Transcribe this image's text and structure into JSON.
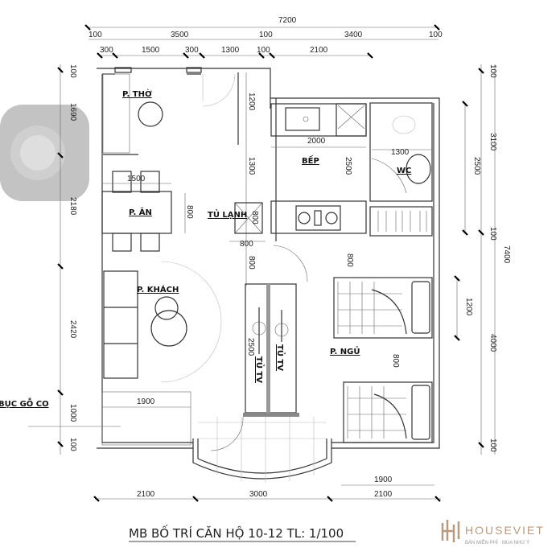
{
  "drawing": {
    "title": "MB BỐ TRÍ CĂN HỘ 10-12 TL: 1/100",
    "logo": {
      "name": "HOUSEVIET",
      "tagline": "BÁN MIỄN PHÍ · MUA NHƯ Ý",
      "color": "#b89a7e"
    },
    "rooms": {
      "tho": "P. THỜ",
      "an": "P. ĂN",
      "tu_lanh": "TỦ LẠNH",
      "bep": "BẾP",
      "wc": "WC",
      "khach": "P. KHÁCH",
      "tu_tv_1": "TỦ TV",
      "tu_tv_2": "TỦ TV",
      "ngu": "P. NGỦ",
      "buc_go": "BỤC GỖ CO"
    },
    "dims_top": {
      "total": "7200",
      "row2": [
        "100",
        "3500",
        "100",
        "3400",
        "100"
      ],
      "row3": [
        "300",
        "1500",
        "300",
        "1300",
        "100",
        "2100"
      ]
    },
    "dims_left": [
      "100",
      "1690",
      "2180",
      "2420",
      "1000",
      "100"
    ],
    "dims_right": {
      "inner": [
        "2500",
        "1200"
      ],
      "middle": [
        "100",
        "3100",
        "100",
        "4000",
        "100"
      ],
      "total": "7400"
    },
    "dims_interior": {
      "entry_1200": "1200",
      "entry_1300": "1300",
      "entry_800": "800",
      "dining_1500": "1500",
      "dining_800": "800",
      "fridge_800h": "800",
      "fridge_800v": "800",
      "kitchen_2000": "2000",
      "kitchen_2500": "2500",
      "wc_1300": "1300",
      "bed_800a": "800",
      "bed_800b": "800",
      "tv_2500": "2500",
      "platform_1900": "1900"
    },
    "dims_bottom": [
      "2100",
      "3000",
      "2100",
      "1900"
    ]
  }
}
